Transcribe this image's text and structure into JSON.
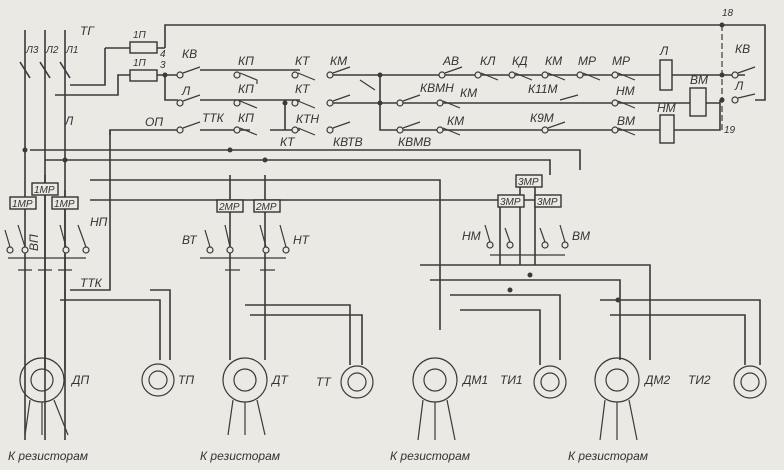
{
  "top": {
    "tg": "ТГ",
    "l1": "Л1",
    "l2": "Л2",
    "l3": "Л3",
    "fuse1": "1П",
    "fuse2": "1П",
    "n4": "4",
    "n3": "3",
    "n18": "18",
    "n19": "19",
    "l": "Л"
  },
  "row1": [
    "КВ",
    "КП",
    "КТ",
    "КМ",
    "АВ",
    "КЛ",
    "КД",
    "КМ",
    "МР",
    "МР",
    "Л",
    "КВ"
  ],
  "row2": [
    "Л",
    "КП",
    "КТ",
    "КВМН",
    "КМ",
    "К11М",
    "НМ",
    "ВМ",
    "Л"
  ],
  "row3": [
    "ОП",
    "ТТК",
    "КП",
    "КТН",
    "КТ",
    "КВТВ",
    "КВМВ",
    "КМ",
    "К9М",
    "ВМ",
    "НМ"
  ],
  "relays": {
    "r1a": "1МР",
    "r1b": "1МР",
    "r1c": "1МР",
    "r2a": "2МР",
    "r2b": "2МР",
    "r3a": "3МР",
    "r3b": "3МР",
    "r3c": "3МР"
  },
  "switches": {
    "vp": "ВП",
    "np": "НП",
    "ttk": "ТТК",
    "vt": "ВТ",
    "nt": "НТ",
    "nm": "НМ",
    "vm": "ВМ"
  },
  "machines": [
    "ДП",
    "ТП",
    "ДТ",
    "ТТ",
    "ДМ1",
    "ТИ1",
    "ДМ2",
    "ТИ2"
  ],
  "bottom": [
    "К резисторам",
    "К резисторам",
    "К резисторам",
    "К резисторам"
  ]
}
